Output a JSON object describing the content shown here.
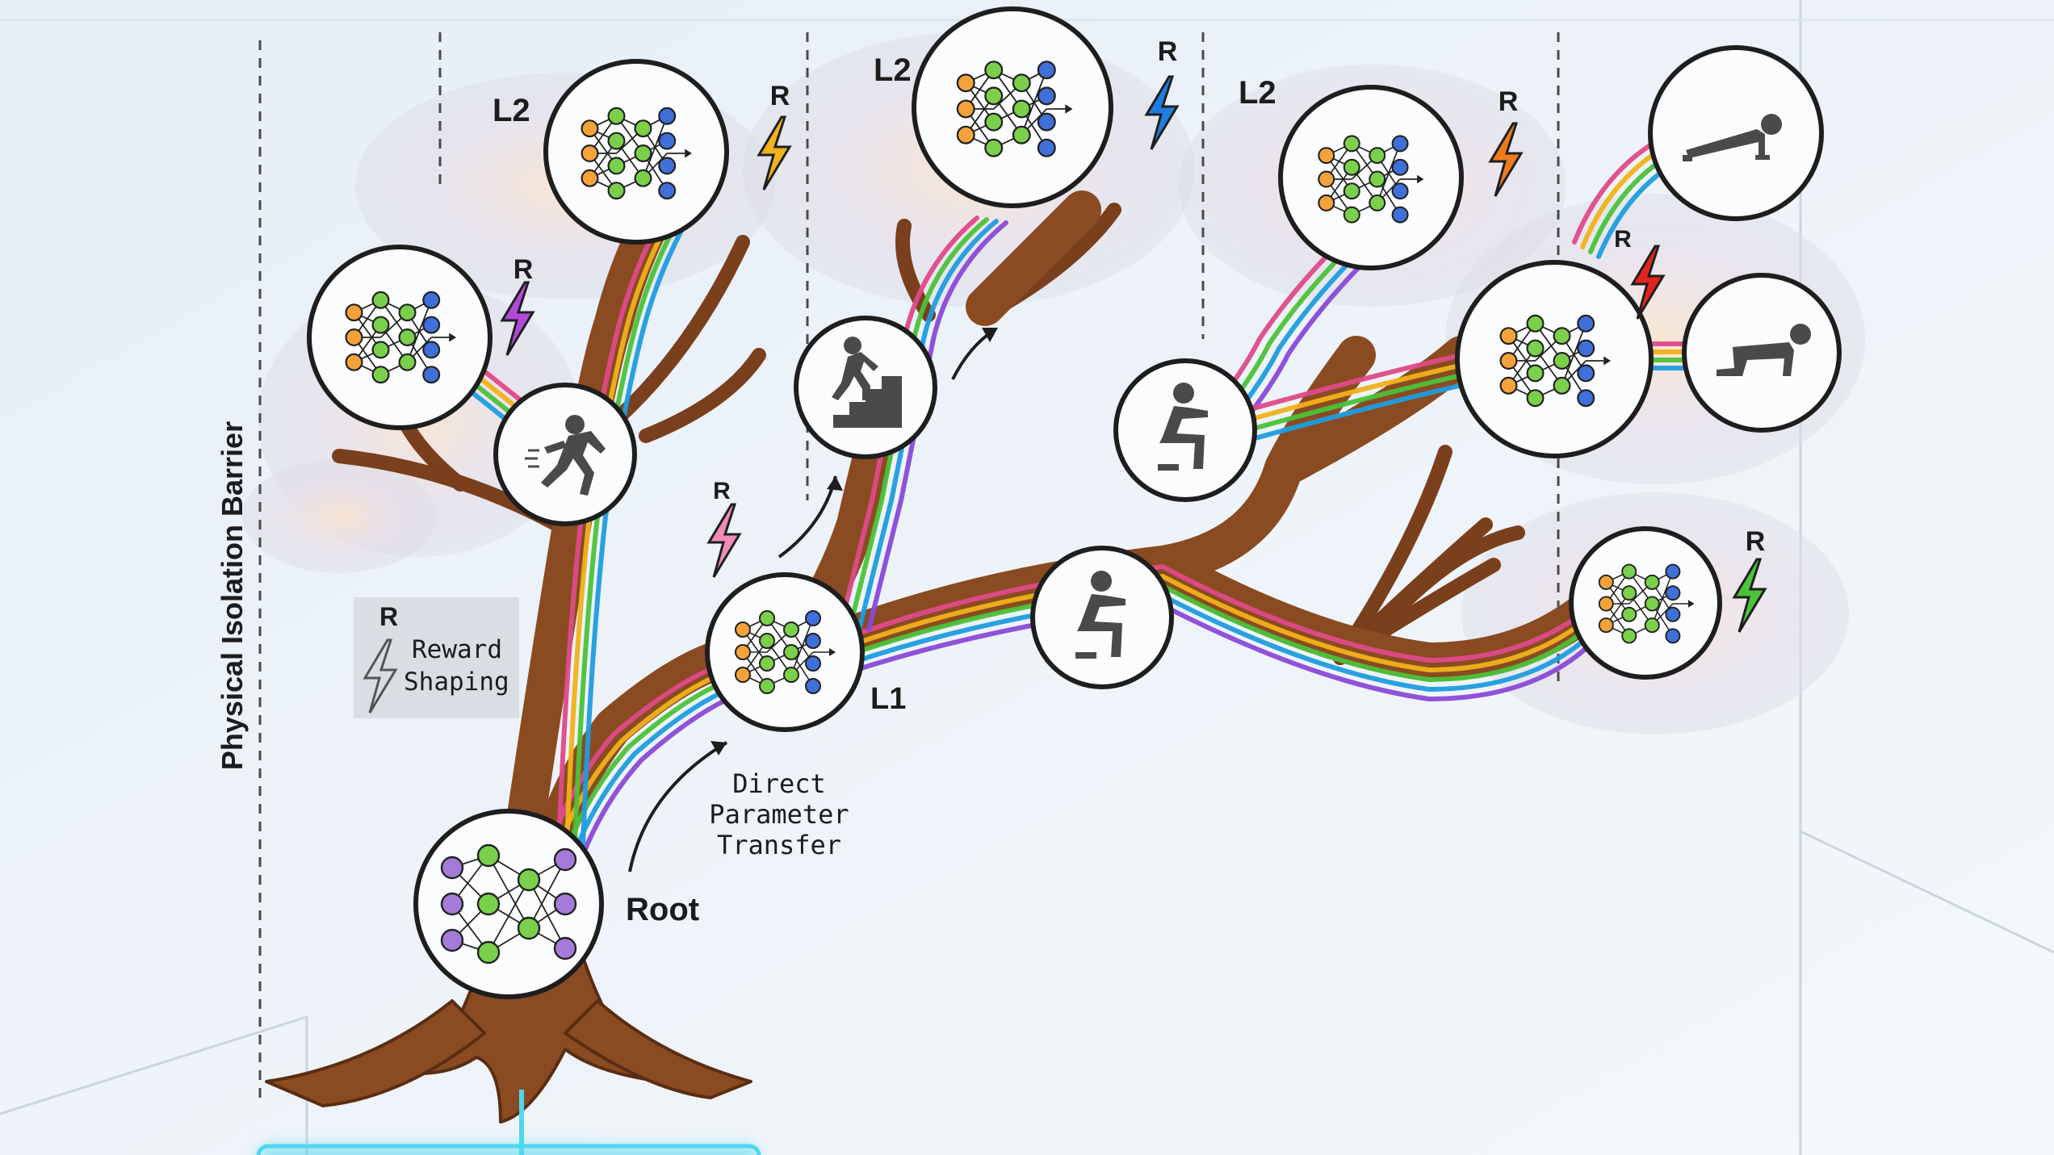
{
  "barrier_label": "Physical Isolation Barrier",
  "legend": {
    "symbol": "R",
    "text_line1": "Reward",
    "text_line2": "Shaping"
  },
  "transfer": {
    "line1": "Direct",
    "line2": "Parameter",
    "line3": "Transfer"
  },
  "levels": {
    "root": "Root",
    "l1": "L1",
    "l2_left": "L2",
    "l2_center": "L2",
    "l2_right": "L2"
  },
  "reward_marker": "R",
  "colors": {
    "trunk": "#8a4b22",
    "trunk_dark": "#5a2d12",
    "bolt_purple": "#b24ad8",
    "bolt_yellow": "#f2b21a",
    "bolt_blue": "#1f7de0",
    "bolt_orange": "#f07a1e",
    "bolt_red": "#e0261e",
    "bolt_pink": "#f08ab8",
    "bolt_green": "#4cc23a",
    "glow": "#4fd6f0"
  },
  "icons": {
    "network": "neural-network-icon",
    "run": "running-figure-icon",
    "stairs": "climbing-stairs-icon",
    "squat": "squatting-figure-icon",
    "pushup": "pushup-figure-icon",
    "crawl": "crawling-figure-icon",
    "bolt": "lightning-bolt-icon"
  }
}
